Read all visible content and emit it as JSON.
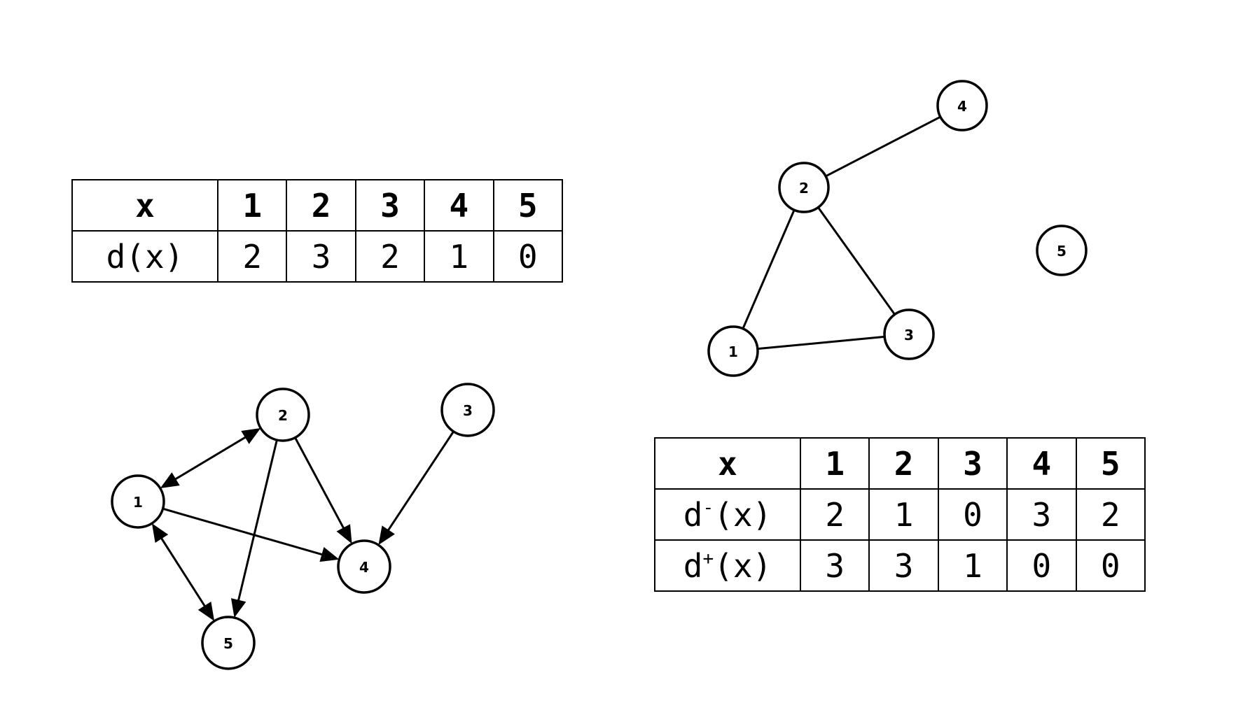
{
  "undirected_table": {
    "header": [
      "x",
      "1",
      "2",
      "3",
      "4",
      "5"
    ],
    "degree_label": "d(x)",
    "degrees": [
      "2",
      "3",
      "2",
      "1",
      "0"
    ]
  },
  "directed_table": {
    "header": [
      "x",
      "1",
      "2",
      "3",
      "4",
      "5"
    ],
    "in_label_base": "d",
    "in_label_mark": "-",
    "in_label_arg": "(x)",
    "in_degrees": [
      "2",
      "1",
      "0",
      "3",
      "2"
    ],
    "out_label_base": "d",
    "out_label_mark": "+",
    "out_label_arg": "(x)",
    "out_degrees": [
      "3",
      "3",
      "1",
      "0",
      "0"
    ]
  },
  "undirected_graph": {
    "nodes": [
      "1",
      "2",
      "3",
      "4",
      "5"
    ],
    "edges": [
      [
        "1",
        "2"
      ],
      [
        "1",
        "3"
      ],
      [
        "2",
        "3"
      ],
      [
        "2",
        "4"
      ]
    ]
  },
  "directed_graph": {
    "nodes": [
      "1",
      "2",
      "3",
      "4",
      "5"
    ],
    "edges": [
      {
        "from": "1",
        "to": "2",
        "bidirectional": true
      },
      {
        "from": "1",
        "to": "5",
        "bidirectional": true
      },
      {
        "from": "1",
        "to": "4",
        "bidirectional": false
      },
      {
        "from": "2",
        "to": "4",
        "bidirectional": false
      },
      {
        "from": "2",
        "to": "5",
        "bidirectional": false
      },
      {
        "from": "3",
        "to": "4",
        "bidirectional": false
      }
    ]
  }
}
